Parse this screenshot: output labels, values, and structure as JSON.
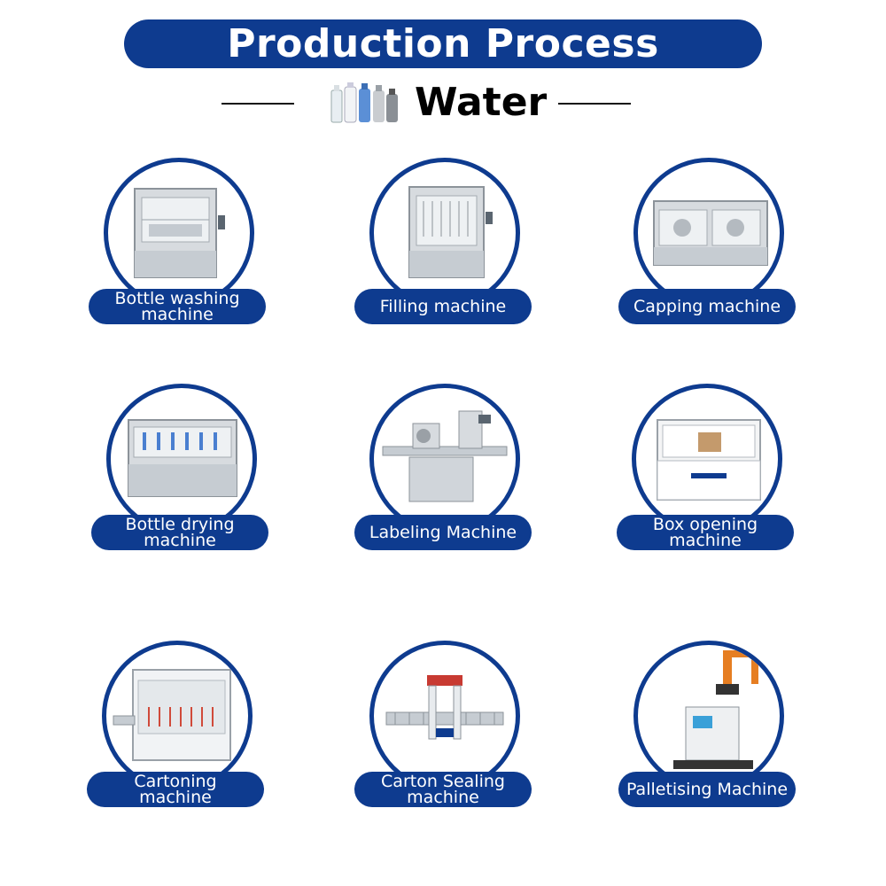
{
  "header": {
    "title": "Production Process",
    "subtitle": "Water"
  },
  "colors": {
    "brand": "#0e3b8f",
    "text_on_brand": "#ffffff"
  },
  "machines": [
    {
      "label": "Bottle washing\nmachine",
      "icon": "bottle-washing-machine-image"
    },
    {
      "label": "Filling machine",
      "icon": "filling-machine-image"
    },
    {
      "label": "Capping machine",
      "icon": "capping-machine-image"
    },
    {
      "label": "Bottle drying\nmachine",
      "icon": "bottle-drying-machine-image"
    },
    {
      "label": "Labeling Machine",
      "icon": "labeling-machine-image"
    },
    {
      "label": "Box opening\nmachine",
      "icon": "box-opening-machine-image"
    },
    {
      "label": "Cartoning\nmachine",
      "icon": "cartoning-machine-image"
    },
    {
      "label": "Carton Sealing\nmachine",
      "icon": "carton-sealing-machine-image"
    },
    {
      "label": "Palletising Machine",
      "icon": "palletising-machine-image"
    }
  ]
}
